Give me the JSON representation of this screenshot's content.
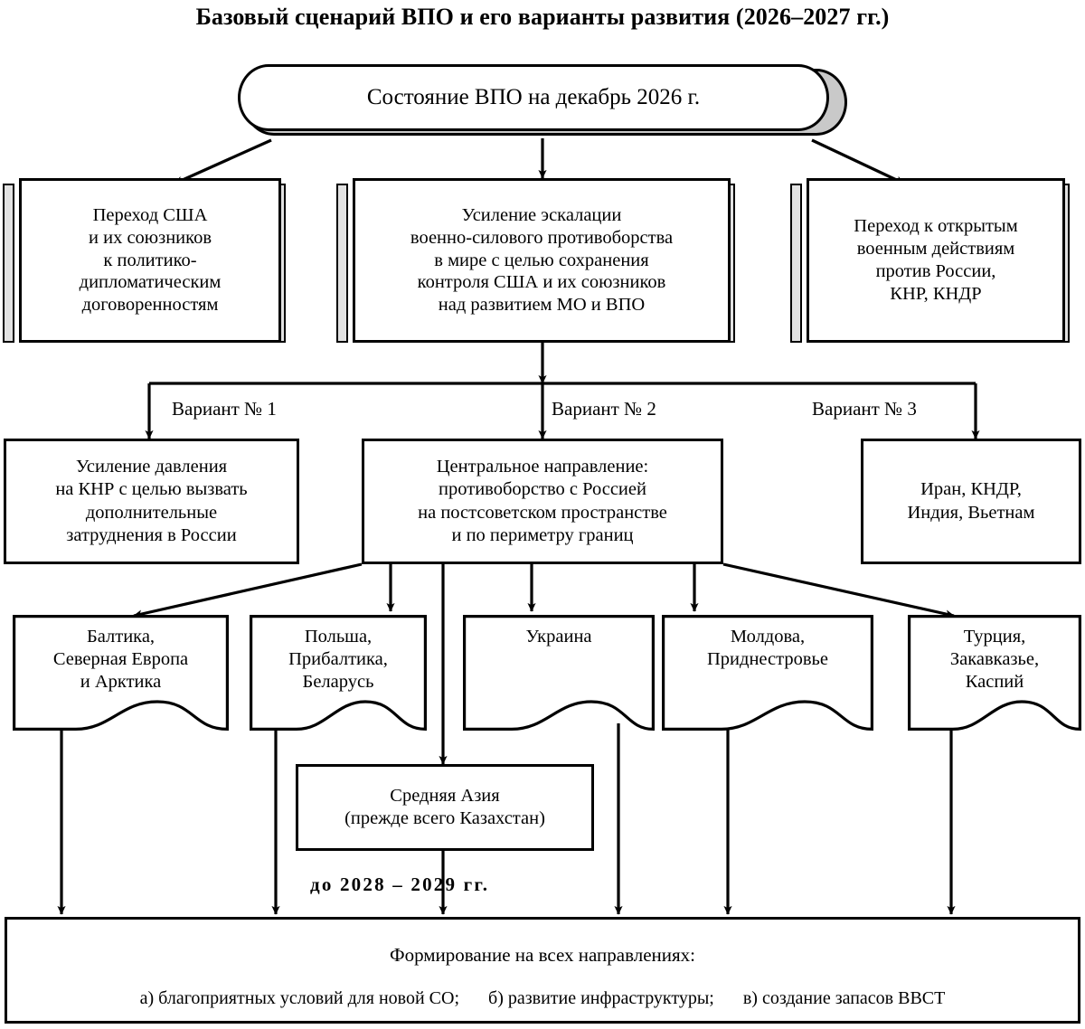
{
  "title": "Базовый сценарий ВПО и его варианты развития (2026–2027 гг.)",
  "root": {
    "label": "Состояние ВПО на декабрь 2026 г."
  },
  "scenarios": [
    {
      "id": "usa-political",
      "label": "Переход США\nи их союзников\nк политико-\nдипломатическим\nдоговоренностям"
    },
    {
      "id": "escalation",
      "label": "Усиление эскалации\nвоенно-силового противоборства\nв мире с целью сохранения\nконтроля США и их союзников\nнад развитием МО и ВПО"
    },
    {
      "id": "open-war",
      "label": "Переход к открытым\nвоенным действиям\nпротив России,\nКНР, КНДР"
    }
  ],
  "variant_labels": [
    {
      "id": "variant-1",
      "label": "Вариант № 1"
    },
    {
      "id": "variant-2",
      "label": "Вариант № 2"
    },
    {
      "id": "variant-3",
      "label": "Вариант № 3"
    }
  ],
  "variants": [
    {
      "id": "pressure-prc",
      "label": "Усиление давления\nна КНР с целью вызвать\nдополнительные\nзатруднения в России"
    },
    {
      "id": "central",
      "label": "Центральное направление:\nпротивоборство с Россией\nна постсоветском пространстве\nи по периметру границ"
    },
    {
      "id": "iran-group",
      "label": "Иран, КНДР,\nИндия, Вьетнам"
    }
  ],
  "directions": [
    {
      "id": "baltic",
      "label": "Балтика,\nСеверная Европа\nи Арктика"
    },
    {
      "id": "poland",
      "label": "Польша,\nПрибалтика,\nБеларусь"
    },
    {
      "id": "ukraine",
      "label": "Украина"
    },
    {
      "id": "moldova",
      "label": "Молдова,\nПриднестровье"
    },
    {
      "id": "turkey",
      "label": "Турция,\nЗакавказье,\nКаспий"
    }
  ],
  "central_asia": {
    "label": "Средняя Азия\n(прежде всего Казахстан)"
  },
  "timeline_label": "до 2028  –  2029 гг.",
  "summary": {
    "heading": "Формирование на всех направлениях:",
    "items": [
      "а) благоприятных условий для новой СО;",
      "б) развитие инфраструктуры;",
      "в) создание запасов ВВСТ"
    ]
  },
  "colors": {
    "stroke": "#000000",
    "fill": "#ffffff",
    "shadow": "#c9c9c9",
    "bar": "#e2e2e2"
  }
}
